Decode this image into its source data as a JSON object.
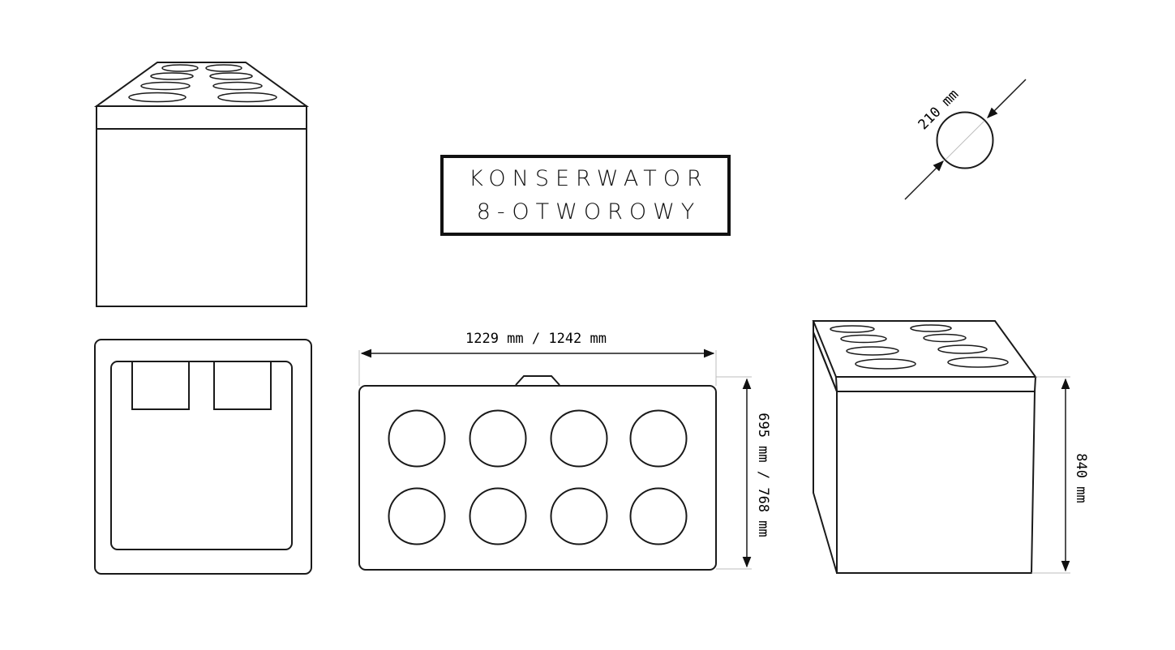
{
  "title": {
    "line1": "KONSERWATOR",
    "line2": "8-OTWOROWY"
  },
  "dimensions": {
    "width": "1229 mm / 1242 mm",
    "depth": "695 mm / 768 mm",
    "height": "840 mm",
    "hole_diameter": "210 mm"
  },
  "colors": {
    "line": "#1a1a1a",
    "guide": "#bdbdbd",
    "background": "#ffffff"
  }
}
